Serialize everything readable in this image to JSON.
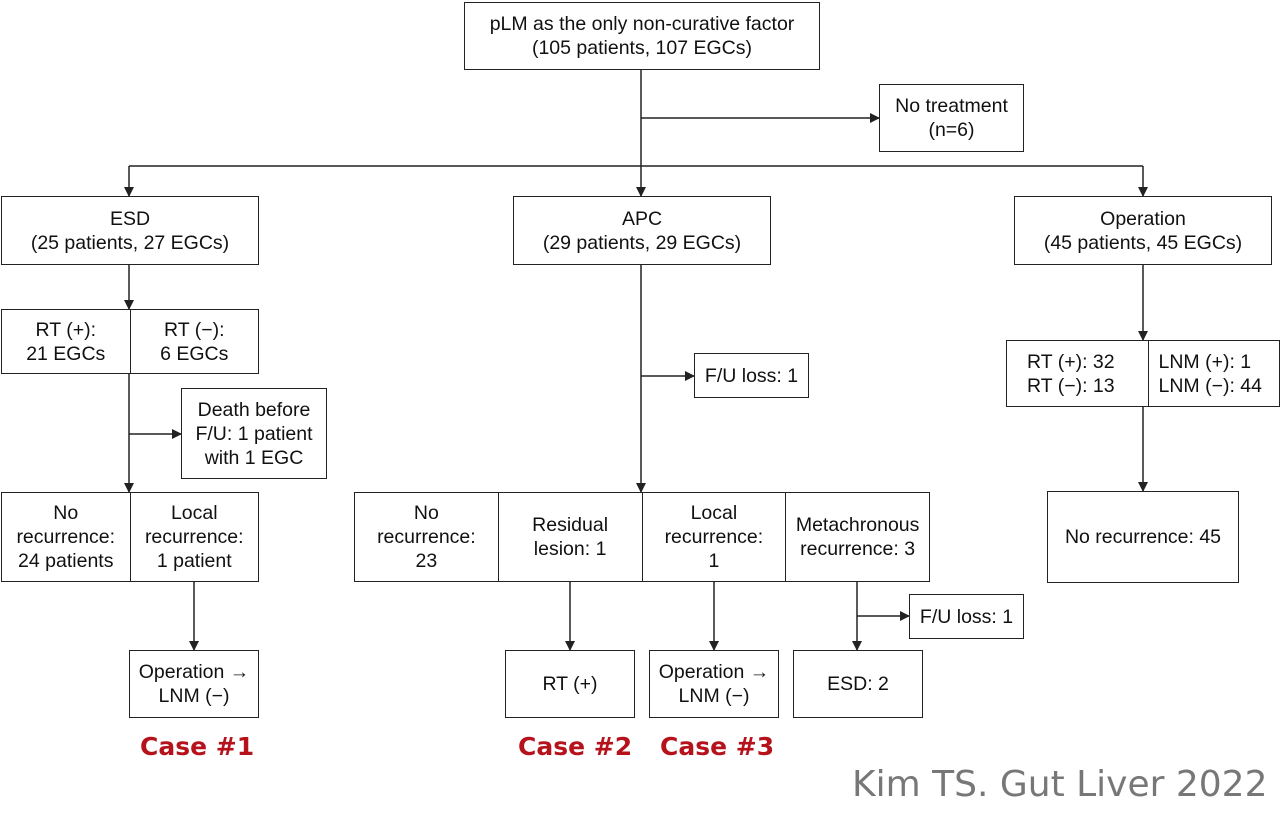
{
  "root": {
    "line1": "pLM as the only non-curative factor",
    "line2": "(105 patients, 107 EGCs)"
  },
  "no_treatment": {
    "line1": "No treatment",
    "line2": "(n=6)"
  },
  "esd": {
    "title": "ESD",
    "subtitle": "(25 patients, 27 EGCs)",
    "rt_pos": {
      "line1": "RT (+):",
      "line2": "21 EGCs"
    },
    "rt_neg": {
      "line1": "RT (−):",
      "line2": "6 EGCs"
    },
    "death": {
      "line1": "Death before",
      "line2": "F/U: 1 patient",
      "line3": "with 1 EGC"
    },
    "no_recurrence": {
      "line1": "No",
      "line2": "recurrence:",
      "line3": "24 patients"
    },
    "local_recurrence": {
      "line1": "Local",
      "line2": "recurrence:",
      "line3": "1 patient"
    },
    "outcome": {
      "line1": "Operation →",
      "line2": "LNM (−)"
    },
    "case": "Case #1"
  },
  "apc": {
    "title": "APC",
    "subtitle": "(29 patients, 29 EGCs)",
    "fu_loss": "F/U loss: 1",
    "no_recurrence": {
      "line1": "No",
      "line2": "recurrence:",
      "line3": "23"
    },
    "residual": {
      "line1": "Residual",
      "line2": "lesion: 1"
    },
    "local_recurrence": {
      "line1": "Local",
      "line2": "recurrence:",
      "line3": "1"
    },
    "metachronous": {
      "line1": "Metachronous",
      "line2": "recurrence: 3"
    },
    "residual_outcome": "RT (+)",
    "local_outcome": {
      "line1": "Operation →",
      "line2": "LNM (−)"
    },
    "meta_fu_loss": "F/U loss: 1",
    "meta_outcome": "ESD: 2",
    "case2": "Case #2",
    "case3": "Case #3"
  },
  "operation": {
    "title": "Operation",
    "subtitle": "(45 patients, 45 EGCs)",
    "rt": {
      "line1": "RT (+): 32",
      "line2": "RT (−): 13"
    },
    "lnm": {
      "line1": "LNM (+): 1",
      "line2": "LNM (−): 44"
    },
    "no_recurrence": "No recurrence: 45"
  },
  "citation": "Kim TS. Gut Liver 2022"
}
